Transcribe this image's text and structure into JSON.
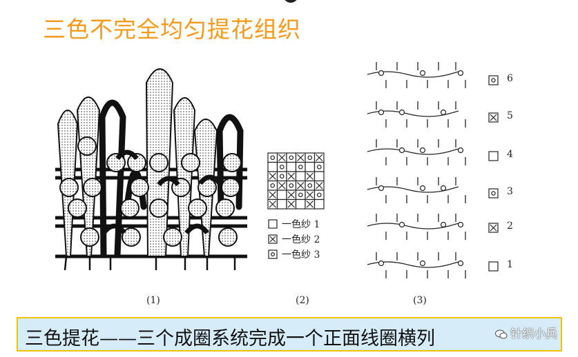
{
  "title": "三色不完全均匀提花组织",
  "figure_labels": [
    "(1)",
    "(2)",
    "(3)"
  ],
  "legend": [
    {
      "symbol": "empty",
      "text": "一色纱 1"
    },
    {
      "symbol": "cross",
      "text": "一色纱 2"
    },
    {
      "symbol": "dot",
      "text": "一色纱 3"
    }
  ],
  "pattern_grid": [
    [
      "dot",
      "cross",
      "dot",
      "cross",
      "dot",
      "cross"
    ],
    [
      "empty",
      "dot",
      "empty",
      "dot",
      "empty",
      "dot"
    ],
    [
      "cross",
      "dot",
      "cross",
      "empty",
      "cross",
      "empty"
    ],
    [
      "dot",
      "cross",
      "dot",
      "cross",
      "dot",
      "cross"
    ],
    [
      "cross",
      "empty",
      "cross",
      "dot",
      "cross",
      "dot"
    ],
    [
      "cross",
      "empty",
      "cross",
      "empty",
      "cross",
      "empty"
    ]
  ],
  "course_labels": [
    {
      "symbol": "dot",
      "num": "6"
    },
    {
      "symbol": "cross",
      "num": "5"
    },
    {
      "symbol": "empty",
      "num": "4"
    },
    {
      "symbol": "dot",
      "num": "3"
    },
    {
      "symbol": "cross",
      "num": "2"
    },
    {
      "symbol": "empty",
      "num": "1"
    }
  ],
  "caption": "三色提花——三个成圈系统完成一个正面线圈横列",
  "watermark": "针织小兵",
  "colors": {
    "title": "#f59a1b",
    "caption_bg": "#d6ecf8",
    "caption_border": "#f2c200"
  }
}
